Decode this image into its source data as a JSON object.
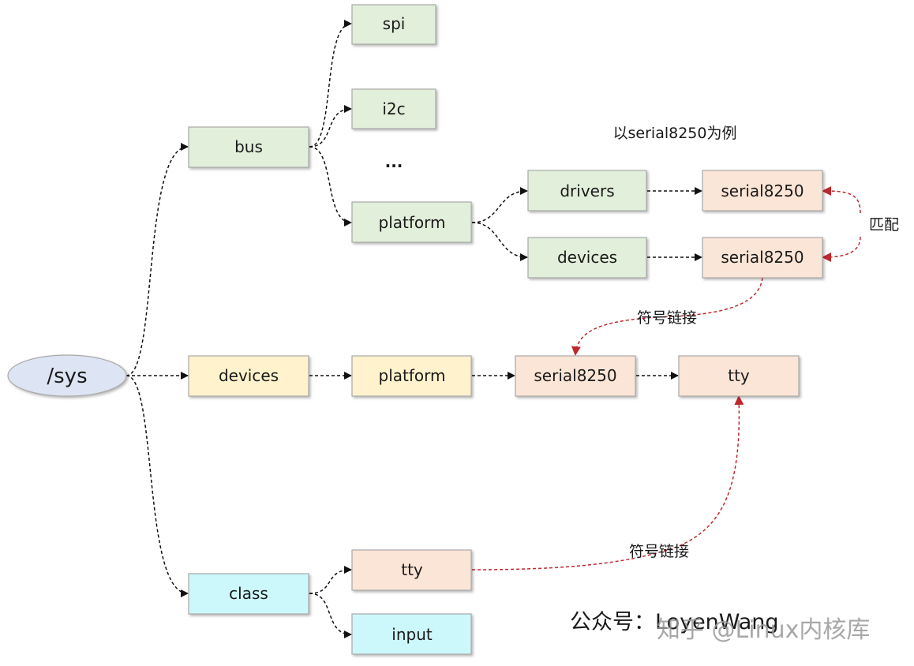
{
  "root": {
    "label": "/sys"
  },
  "nodes": {
    "bus": "bus",
    "devices": "devices",
    "class": "class",
    "spi": "spi",
    "i2c": "i2c",
    "ellipsis": "...",
    "bus_platform": "platform",
    "drivers": "drivers",
    "platform_devices": "devices",
    "drv_serial8250": "serial8250",
    "dev_serial8250": "serial8250",
    "devices_platform": "platform",
    "devices_serial8250": "serial8250",
    "devices_tty": "tty",
    "class_tty": "tty",
    "class_input": "input"
  },
  "annotations": {
    "example_note": "以serial8250为例",
    "match": "匹配",
    "symlink_upper": "符号链接",
    "symlink_lower": "符号链接"
  },
  "watermark": {
    "wechat": "公众号：LoyenWang",
    "zhihu": "知乎 @Linux内核库"
  },
  "colors": {
    "green": "#e2efda",
    "yellow": "#fff2cc",
    "orange": "#fbe5d6",
    "cyan": "#ccf8fb",
    "root": "#dde4f3",
    "link_red": "#c0282d"
  }
}
